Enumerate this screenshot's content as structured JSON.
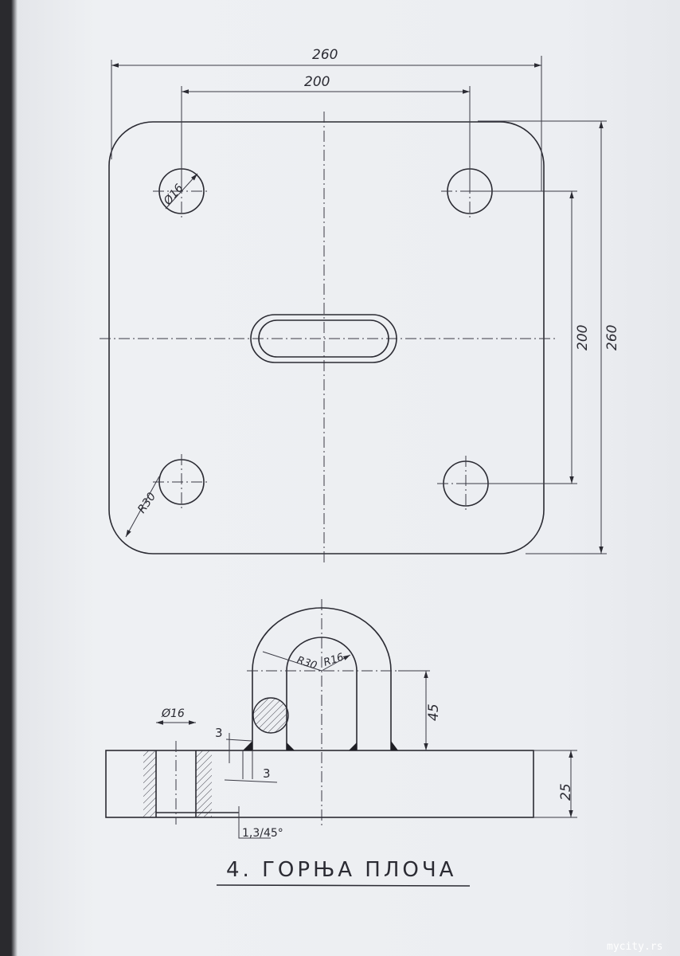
{
  "drawing": {
    "top_view": {
      "width_overall": "260",
      "hole_spacing_horizontal": "200",
      "hole_spacing_vertical": "200",
      "height_overall": "260",
      "hole_diameter": "Ø16",
      "corner_radius": "R30"
    },
    "side_view": {
      "outer_radius": "R30",
      "inner_radius": "R16",
      "leg_height": "45",
      "hole_diameter": "Ø16",
      "weld_size_vertical": "3",
      "weld_size_horizontal": "3",
      "plate_thickness": "25",
      "chamfer": "1,3/45°"
    },
    "title": "4. ГОРЊА ПЛОЧА"
  },
  "watermark": "mycity.rs"
}
